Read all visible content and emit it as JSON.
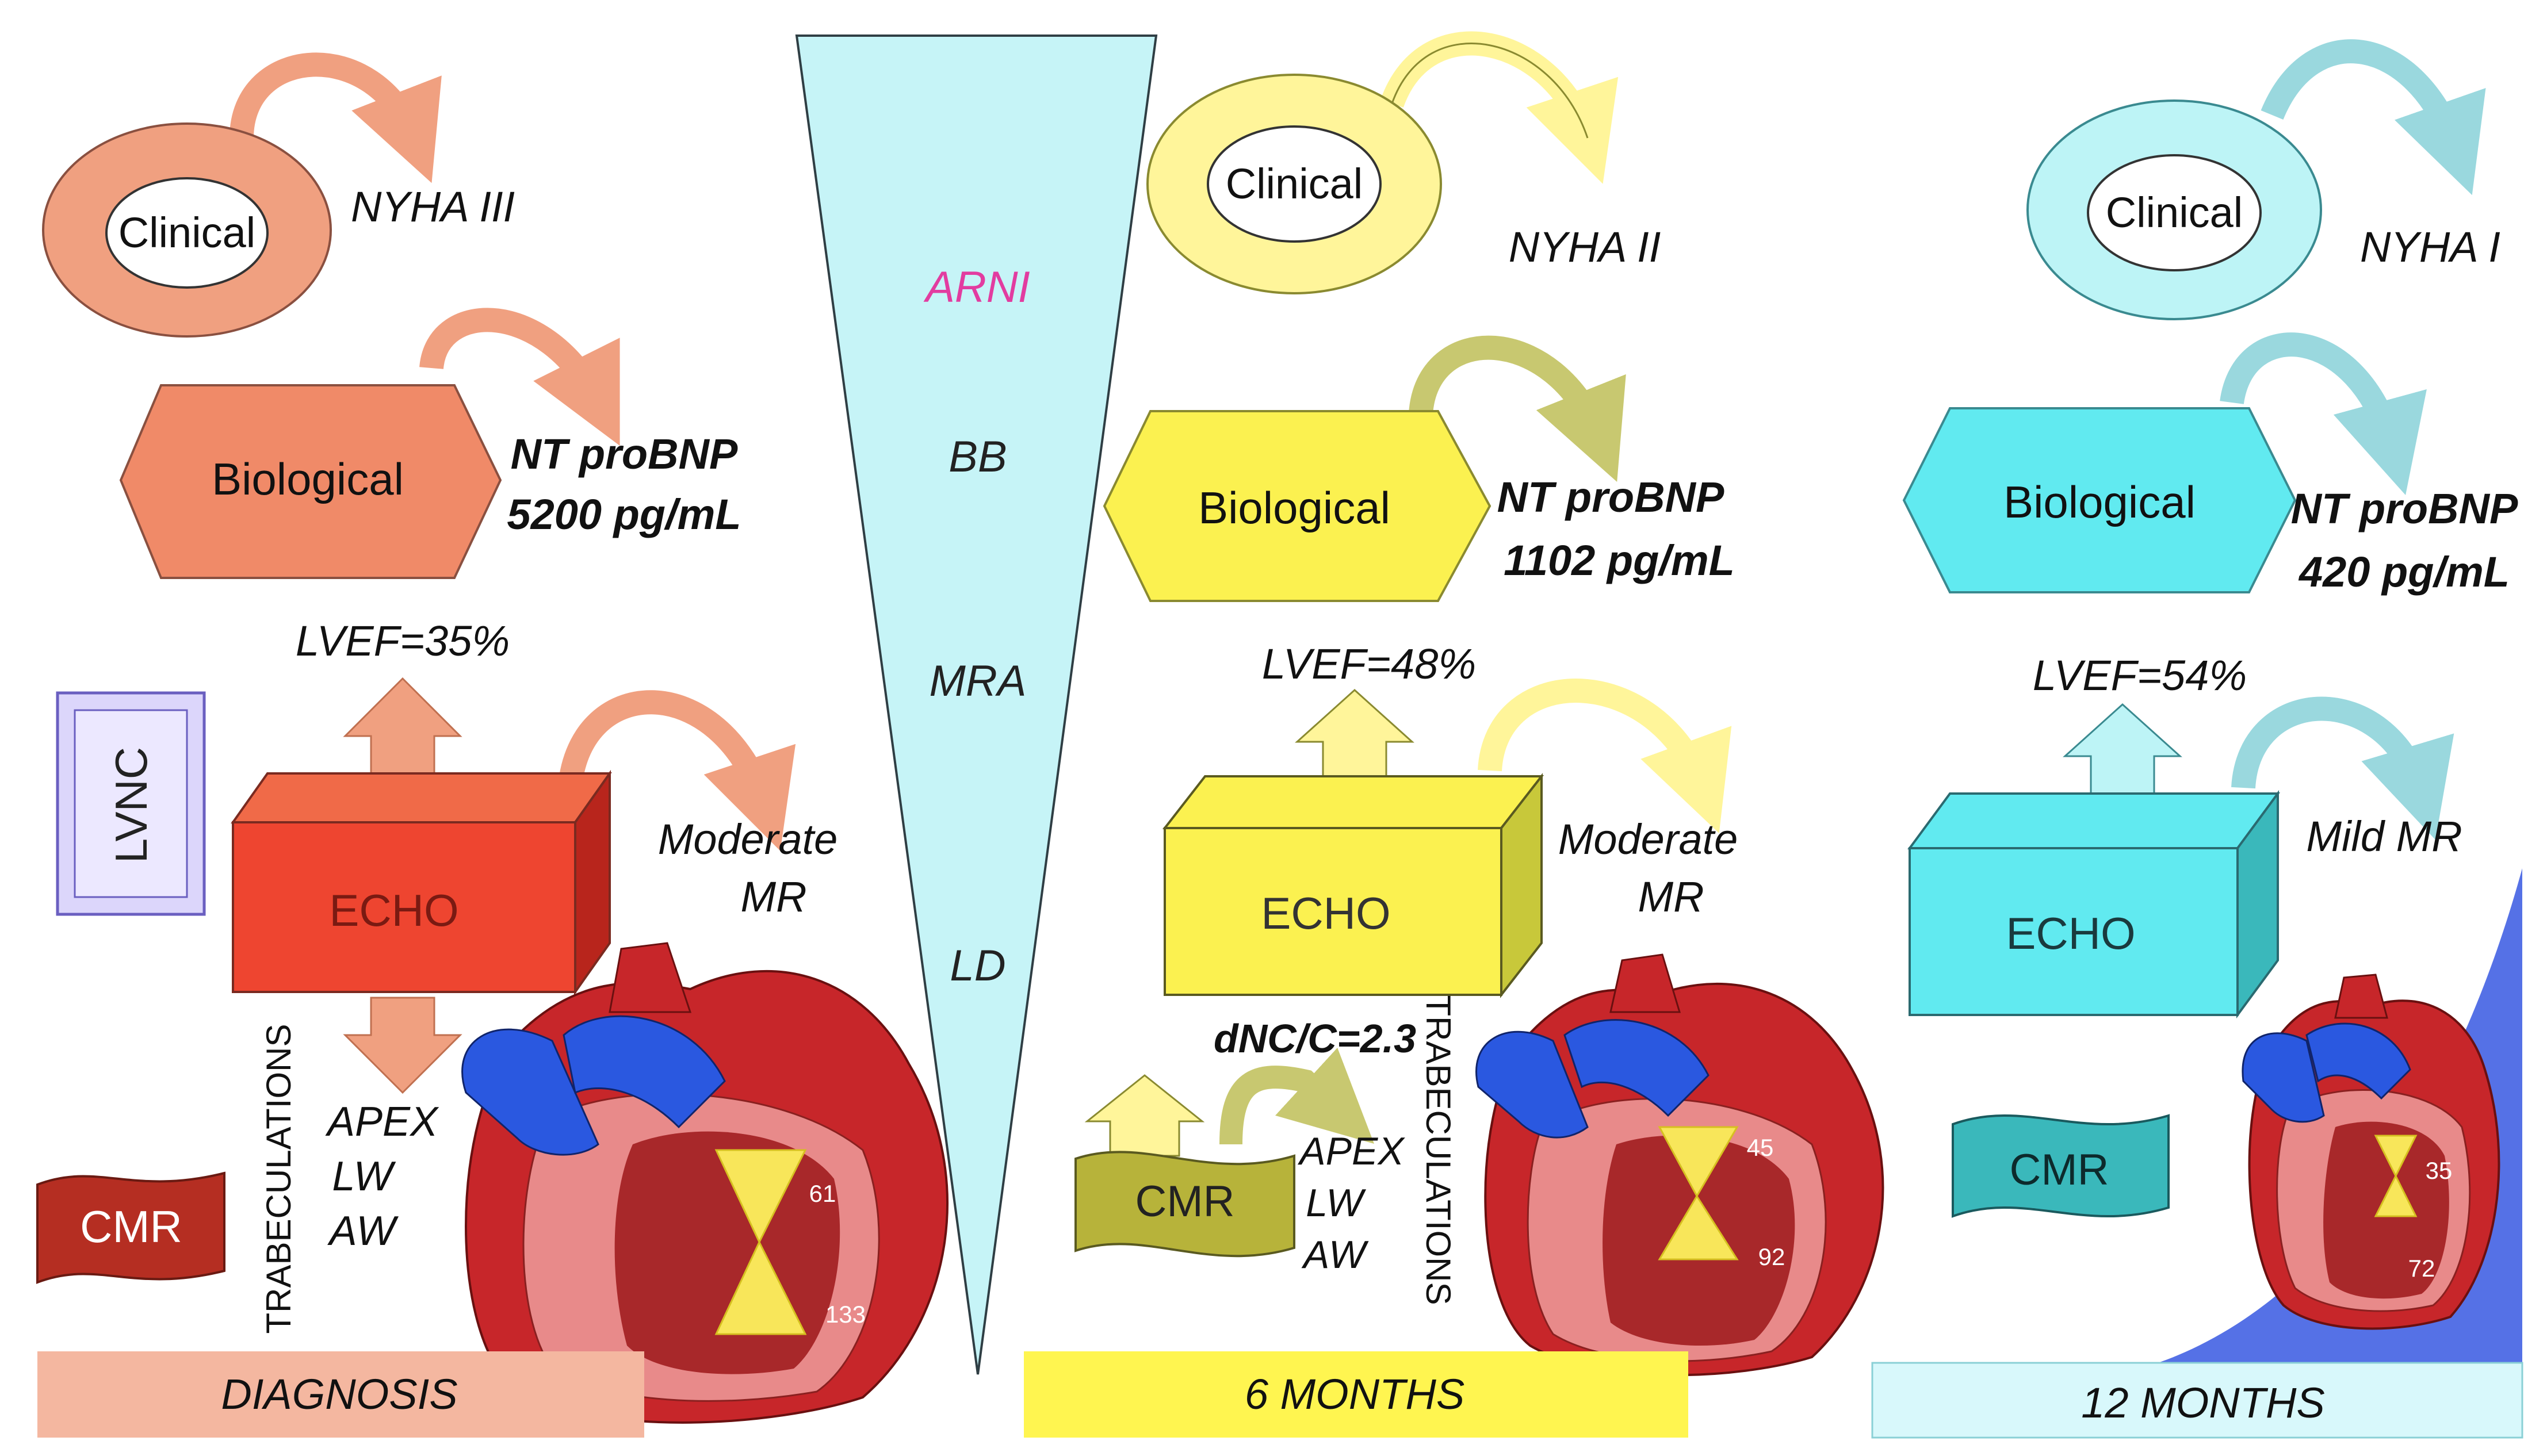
{
  "therapy": {
    "items": [
      "ARNI",
      "BB",
      "MRA",
      "LD"
    ]
  },
  "colors": {
    "diagnosis": "#f0a080",
    "diagnosis_hex": "#f08a68",
    "diagnosis_box": "#ee4530",
    "diagnosis_cmr": "#b52e22",
    "diagnosis_footer": "#f4b7a0",
    "six_months": "#fff59a",
    "six_months_box": "#fbf150",
    "six_months_cmr": "#b7b33a",
    "six_months_footer": "#fff550",
    "twelve_months": "#bdf4f6",
    "twelve_months_box": "#61eaf0",
    "twelve_months_cmr": "#3ab8bb",
    "twelve_months_footer": "#d8f8fb",
    "therapy_wedge": "#c6f4f7",
    "arni_text": "#e23ca0",
    "lvnc_box": "#dcd6fb",
    "heart_red": "#c7262a",
    "heart_blue": "#2a58e0",
    "corner_blue": "#5571e6"
  },
  "panels": [
    {
      "phase": "DIAGNOSIS",
      "clinical_label": "Clinical",
      "clinical_value": "NYHA III",
      "biological_label": "Biological",
      "biological_value_1": "NT proBNP",
      "biological_value_2": "5200 pg/mL",
      "lvef": "LVEF=35%",
      "echo_label": "ECHO",
      "mr_1": "Moderate",
      "mr_2": "MR",
      "cmr_label": "CMR",
      "trabeculations": "TRABECULATIONS",
      "segments": [
        "APEX",
        "LW",
        "AW"
      ],
      "lvnc_label": "LVNC",
      "measure_top": "61",
      "measure_bottom": "133"
    },
    {
      "phase": "6 MONTHS",
      "clinical_label": "Clinical",
      "clinical_value": "NYHA II",
      "biological_label": "Biological",
      "biological_value_1": "NT proBNP",
      "biological_value_2": "1102 pg/mL",
      "lvef": "LVEF=48%",
      "echo_label": "ECHO",
      "mr_1": "Moderate",
      "mr_2": "MR",
      "cmr_label": "CMR",
      "ratio": "dNC/C=2.3",
      "trabeculations": "TRABECULATIONS",
      "segments": [
        "APEX",
        "LW",
        "AW"
      ],
      "measure_top": "45",
      "measure_bottom": "92"
    },
    {
      "phase": "12 MONTHS",
      "clinical_label": "Clinical",
      "clinical_value": "NYHA I",
      "biological_label": "Biological",
      "biological_value_1": "NT proBNP",
      "biological_value_2": "420 pg/mL",
      "lvef": "LVEF=54%",
      "echo_label": "ECHO",
      "mr_1": "Mild MR",
      "cmr_label": "CMR",
      "measure_top": "35",
      "measure_bottom": "72"
    }
  ]
}
